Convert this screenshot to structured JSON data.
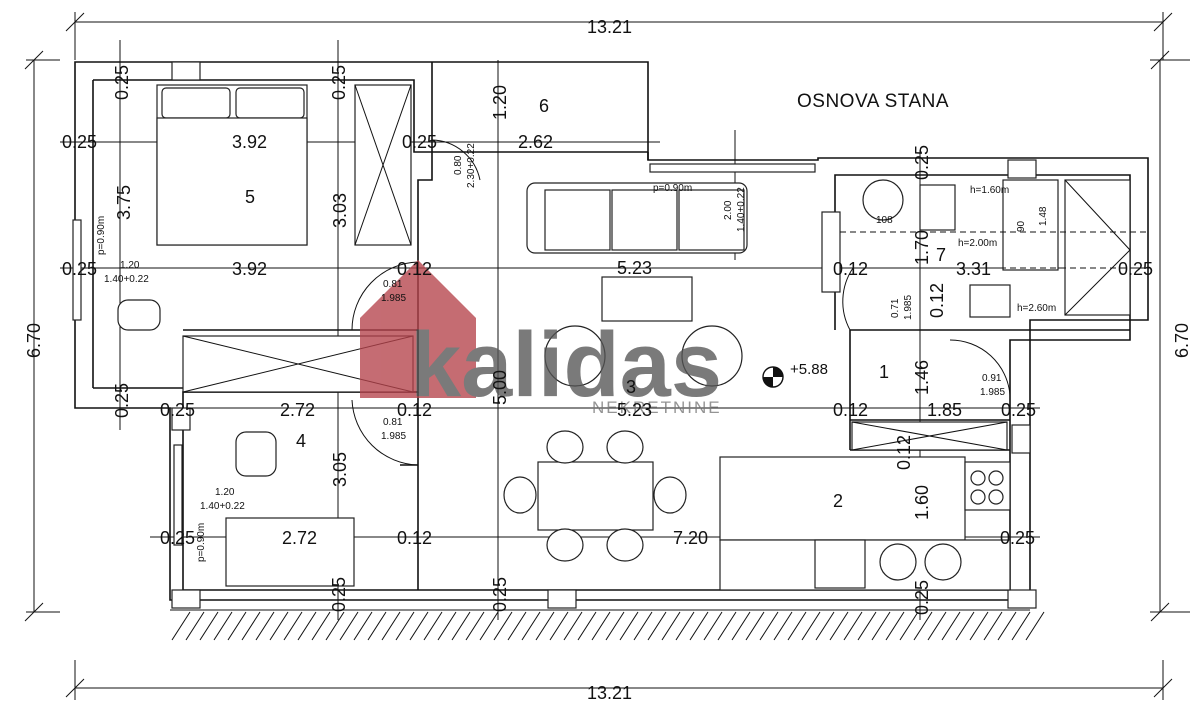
{
  "title": "OSNOVA STANA",
  "watermark": {
    "brand": "kalidas",
    "sub": "NEKRETNINE",
    "color": "#b5434b"
  },
  "overall": {
    "width_top": "13.21",
    "width_bottom": "13.21",
    "height_left": "6.70",
    "height_right": "6.70"
  },
  "rooms": {
    "r1": "1",
    "r2": "2",
    "r3": "3",
    "r4": "4",
    "r5": "5",
    "r6": "6",
    "r7": "7"
  },
  "dims": {
    "d025": "0.25",
    "d392": "3.92",
    "d375": "3.75",
    "d303": "3.03",
    "d262": "2.62",
    "d120": "1.20",
    "d523": "5.23",
    "d331": "3.31",
    "d170": "1.70",
    "d146": "1.46",
    "d185": "1.85",
    "d012": "0.12",
    "d272": "2.72",
    "d305": "3.05",
    "d500": "5.00",
    "d720": "7.20",
    "d160": "1.60",
    "d200": "2.00"
  },
  "small": {
    "w120": "1.20",
    "w140": "1.40+0.22",
    "p090": "p=0.90m",
    "p090b": "p=0.90m",
    "d081": "0.81",
    "d1985": "1.985",
    "d080": "0.80",
    "d230": "2.30+0.22",
    "d200s": "2.00",
    "d140s": "1.40+0.22",
    "p090c": "p=0.90m",
    "d071": "0.71",
    "d985": "1.985",
    "d091": "0.91",
    "h160": "h=1.60m",
    "h200": "h=2.00m",
    "h260": "h=2.60m",
    "d108": "108",
    "d90": "90",
    "d148": "1.48"
  },
  "level": "+5.88"
}
